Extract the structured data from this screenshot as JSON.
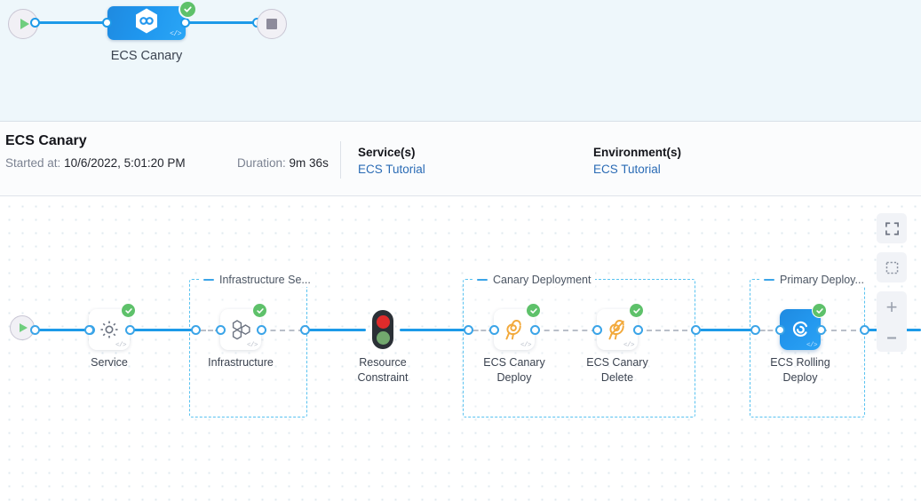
{
  "minimap": {
    "start_icon": "play-icon",
    "end_icon": "stop-icon",
    "node_label": "ECS Canary",
    "node_icon": "harness-hexagon-icon",
    "code_badge": "</>",
    "status": "success"
  },
  "info": {
    "title": "ECS Canary",
    "started_label": "Started at:",
    "started_value": "10/6/2022, 5:01:20 PM",
    "duration_label": "Duration:",
    "duration_value": "9m 36s",
    "services_heading": "Service(s)",
    "services_link": "ECS Tutorial",
    "environments_heading": "Environment(s)",
    "environments_link": "ECS Tutorial"
  },
  "canvas": {
    "start_icon": "play-icon",
    "nodes": [
      {
        "id": "service",
        "label": "Service",
        "icon": "gear-icon",
        "status": "success",
        "code_badge": "</>"
      },
      {
        "id": "infrastructure",
        "label": "Infrastructure",
        "icon": "infrastructure-icon",
        "status": "success",
        "code_badge": "</>"
      },
      {
        "id": "resource-constraint",
        "label": "Resource\nConstraint",
        "icon": "traffic-light-icon",
        "status": "none",
        "code_badge": ""
      },
      {
        "id": "ecs-canary-deploy",
        "label": "ECS Canary\nDeploy",
        "icon": "canary-bird-icon",
        "status": "success",
        "code_badge": "</>"
      },
      {
        "id": "ecs-canary-delete",
        "label": "ECS Canary\nDelete",
        "icon": "canary-bird-delete-icon",
        "status": "success",
        "code_badge": "</>"
      },
      {
        "id": "ecs-rolling-deploy",
        "label": "ECS Rolling\nDeploy",
        "icon": "ecs-deploy-icon",
        "status": "success",
        "code_badge": "</>"
      }
    ],
    "groups": [
      {
        "id": "infrastructure-section",
        "label": "Infrastructure Se..."
      },
      {
        "id": "canary-deployment",
        "label": "Canary Deployment"
      },
      {
        "id": "primary-deployment",
        "label": "Primary Deploy..."
      }
    ]
  },
  "controls": {
    "fullscreen": "expand-icon",
    "fit": "fit-to-screen-icon",
    "zoom_in": "+",
    "zoom_out": "–"
  },
  "colors": {
    "accent_blue": "#1d9ae8",
    "node_blue": "#2397ee",
    "success_green": "#5ec16a",
    "canary_amber": "#f4b23c",
    "group_border": "#58c2f0",
    "band_bg": "#eef7fb"
  }
}
